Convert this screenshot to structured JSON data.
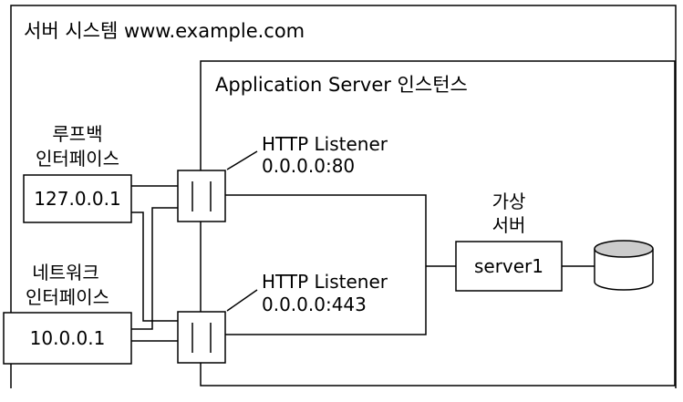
{
  "system_title": "서버 시스템 www.example.com",
  "instance_title": "Application Server 인스턴스",
  "loopback": {
    "label_line1": "루프백",
    "label_line2": "인터페이스",
    "address": "127.0.0.1"
  },
  "network": {
    "label_line1": "네트워크",
    "label_line2": "인터페이스",
    "address": "10.0.0.1"
  },
  "listener_80": {
    "name": "HTTP Listener",
    "address": "0.0.0.0:80"
  },
  "listener_443": {
    "name": "HTTP Listener",
    "address": "0.0.0.0:443"
  },
  "virtual_server": {
    "label_line1": "가상",
    "label_line2": "서버",
    "name": "server1"
  },
  "colors": {
    "stroke": "#000000",
    "database_fill": "#cccccc",
    "background": "#ffffff"
  }
}
